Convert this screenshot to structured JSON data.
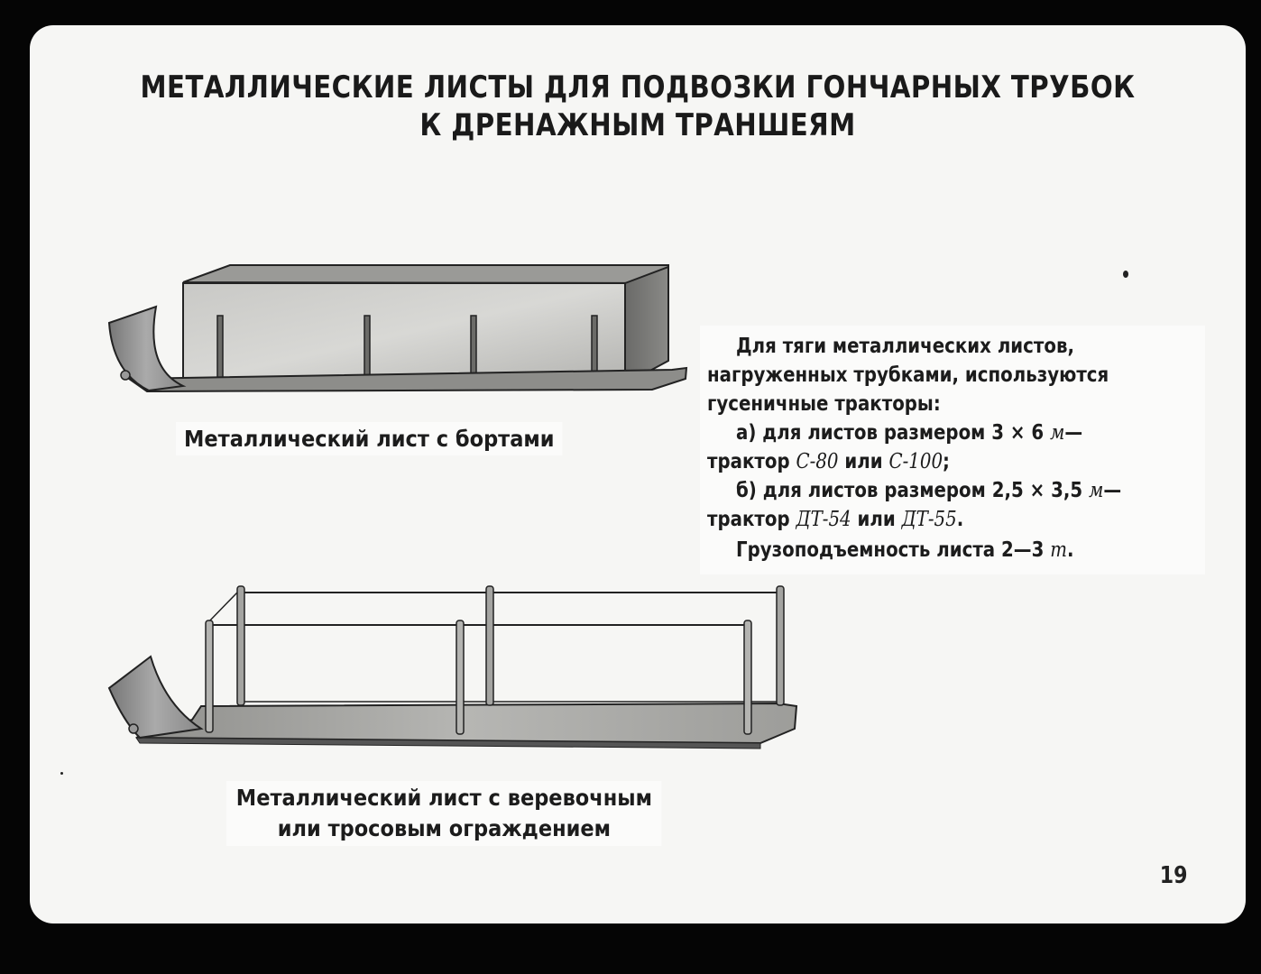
{
  "title": {
    "line1": "МЕТАЛЛИЧЕСКИЕ ЛИСТЫ ДЛЯ ПОДВОЗКИ ГОНЧАРНЫХ ТРУБОК",
    "line2": "К ДРЕНАЖНЫМ ТРАНШЕЯМ"
  },
  "figures": {
    "sheet_with_sides_caption": "Металлический лист с бортами",
    "sheet_with_rope_caption_line1": "Металлический лист с веревочным",
    "sheet_with_rope_caption_line2": "или тросовым ограждением"
  },
  "text_block": {
    "l1": "Для тяги металлических листов,",
    "l2": "нагруженных трубками, используются",
    "l3": "гусеничные тракторы:",
    "l4_a": "а) для листов размером 3 × 6 ",
    "l4_unit": "м",
    "l4_dash": "—",
    "l5_a": "трактор ",
    "l5_t1": "С-80",
    "l5_or": " или ",
    "l5_t2": "С-100",
    "l5_end": ";",
    "l6_a": "б) для листов размером 2,5 × 3,5 ",
    "l6_unit": "м",
    "l6_dash": "—",
    "l7_a": "трактор ",
    "l7_t1": "ДТ-54",
    "l7_or": " или ",
    "l7_t2": "ДТ-55",
    "l7_end": ".",
    "l8_a": "Грузоподъемность листа  2—3 ",
    "l8_unit": "т",
    "l8_end": "."
  },
  "page_number": "19"
}
